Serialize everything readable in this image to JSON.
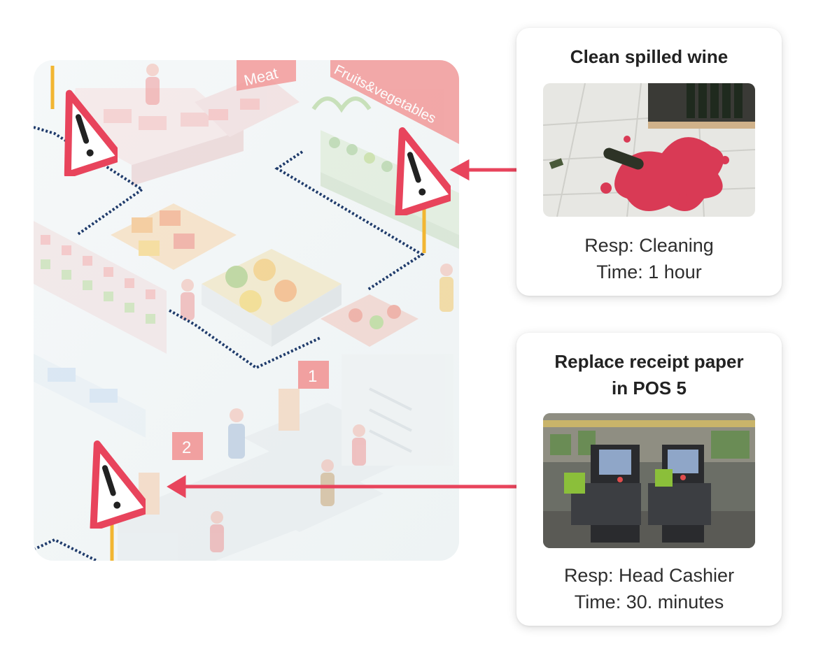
{
  "tasks": [
    {
      "title": "Clean spilled wine",
      "resp": "Resp: Cleaning",
      "time": "Time: 1 hour",
      "photo_icon": "spilled-wine-photo"
    },
    {
      "title_line1": "Replace receipt paper",
      "title_line2": "in POS 5",
      "resp": "Resp: Head Cashier",
      "time": "Time: 30. minutes",
      "photo_icon": "self-checkout-photo"
    }
  ],
  "map": {
    "icon": "supermarket-map-illustration",
    "signs": {
      "meat": "Meat",
      "fruits": "Fruits&vegetables",
      "aisle_1": "1",
      "aisle_2": "2"
    },
    "warning_icon": "warning-triangle-icon"
  },
  "colors": {
    "alert": "#e8445c",
    "route": "#1f3b6b",
    "pin": "#f2b632"
  }
}
